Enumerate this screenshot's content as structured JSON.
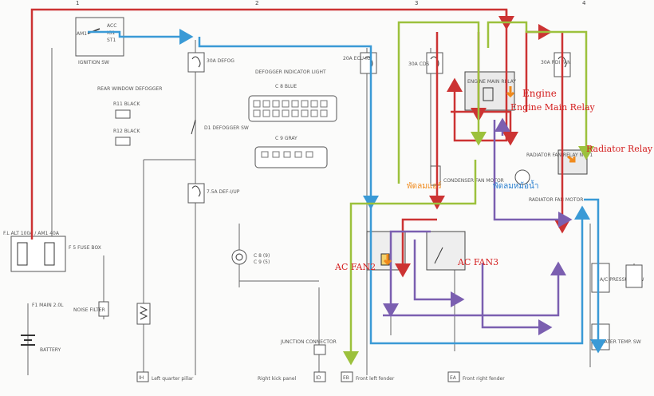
{
  "header": {
    "col1": "1",
    "col2": "2",
    "col3": "3",
    "col4": "4"
  },
  "components": {
    "ignition_switch": "IGNITION SW",
    "ign_terms": [
      "AM1",
      "ACC",
      "IG1",
      "ST1"
    ],
    "fuse_defog": "30A DEFOG",
    "fuse_ecu_ig": "20A ECU-IG",
    "fuse_cds": "30A CDS",
    "fuse_rdi": "30A RDI FAN",
    "fuse_def": "7.5A DEF-I/UP",
    "fusible_link": "F.L ALT 100A / AM1 40A",
    "fuse_box": "F 5 FUSE BOX",
    "main_fl": "F1 MAIN 2.0L",
    "battery": "BATTERY",
    "noise_filter": "NOISE FILTER",
    "defogger_sw": "D1 DEFOGGER SW",
    "defogger_indicator": "DEFOGGER INDICATOR LIGHT",
    "rear_defogger": "REAR WINDOW DEFOGGER",
    "junction": "JUNCTION CONNECTOR",
    "engine_relay": "ENGINE MAIN RELAY",
    "radiator_relay": "RADIATOR FAN RELAY NO. 1",
    "pressure_sw": "A/C PRESSURE SW",
    "water_temp_sw": "WATER TEMP. SW",
    "condenser_fan_motor": "CONDENSER FAN MOTOR",
    "radiator_fan_motor": "RADIATOR FAN MOTOR",
    "engine_main_relay_label": "ENGINE MAIN RELAY"
  },
  "connectors": {
    "defog_indicator_c8": "C 8 BLUE",
    "defog_indicator_c9": "C 9 GRAY",
    "r11": "R11 BLACK",
    "r12": "R12 BLACK",
    "c8_9": "C 8 (9)",
    "c9_5": "C 9 (5)"
  },
  "ground_labels": {
    "left_quarter": "Left quarter pillar",
    "right_kick": "Right kick panel",
    "front_left": "Front left fender",
    "front_right": "Front right fender"
  },
  "ground_codes": {
    "g1": "IH",
    "g2": "ID",
    "g3": "EB",
    "g4": "EA"
  },
  "annotations": {
    "engine_main_relay": "Engine Main Relay",
    "radiator_relay": "Radiator Relay",
    "ac_fan2": "AC FAN2",
    "ac_fan3": "AC FAN3",
    "thai_ac_fan": "พัดลมแอร์",
    "thai_radiator_fan": "พัดลมหม้อน้ำ"
  },
  "colors": {
    "red": "#cc3333",
    "blue": "#3a9ad6",
    "green": "#9cc13c",
    "purple": "#7b5fb0",
    "orange": "#f08a1c",
    "text_red": "#d42020",
    "text_blue": "#2a7fcf"
  }
}
